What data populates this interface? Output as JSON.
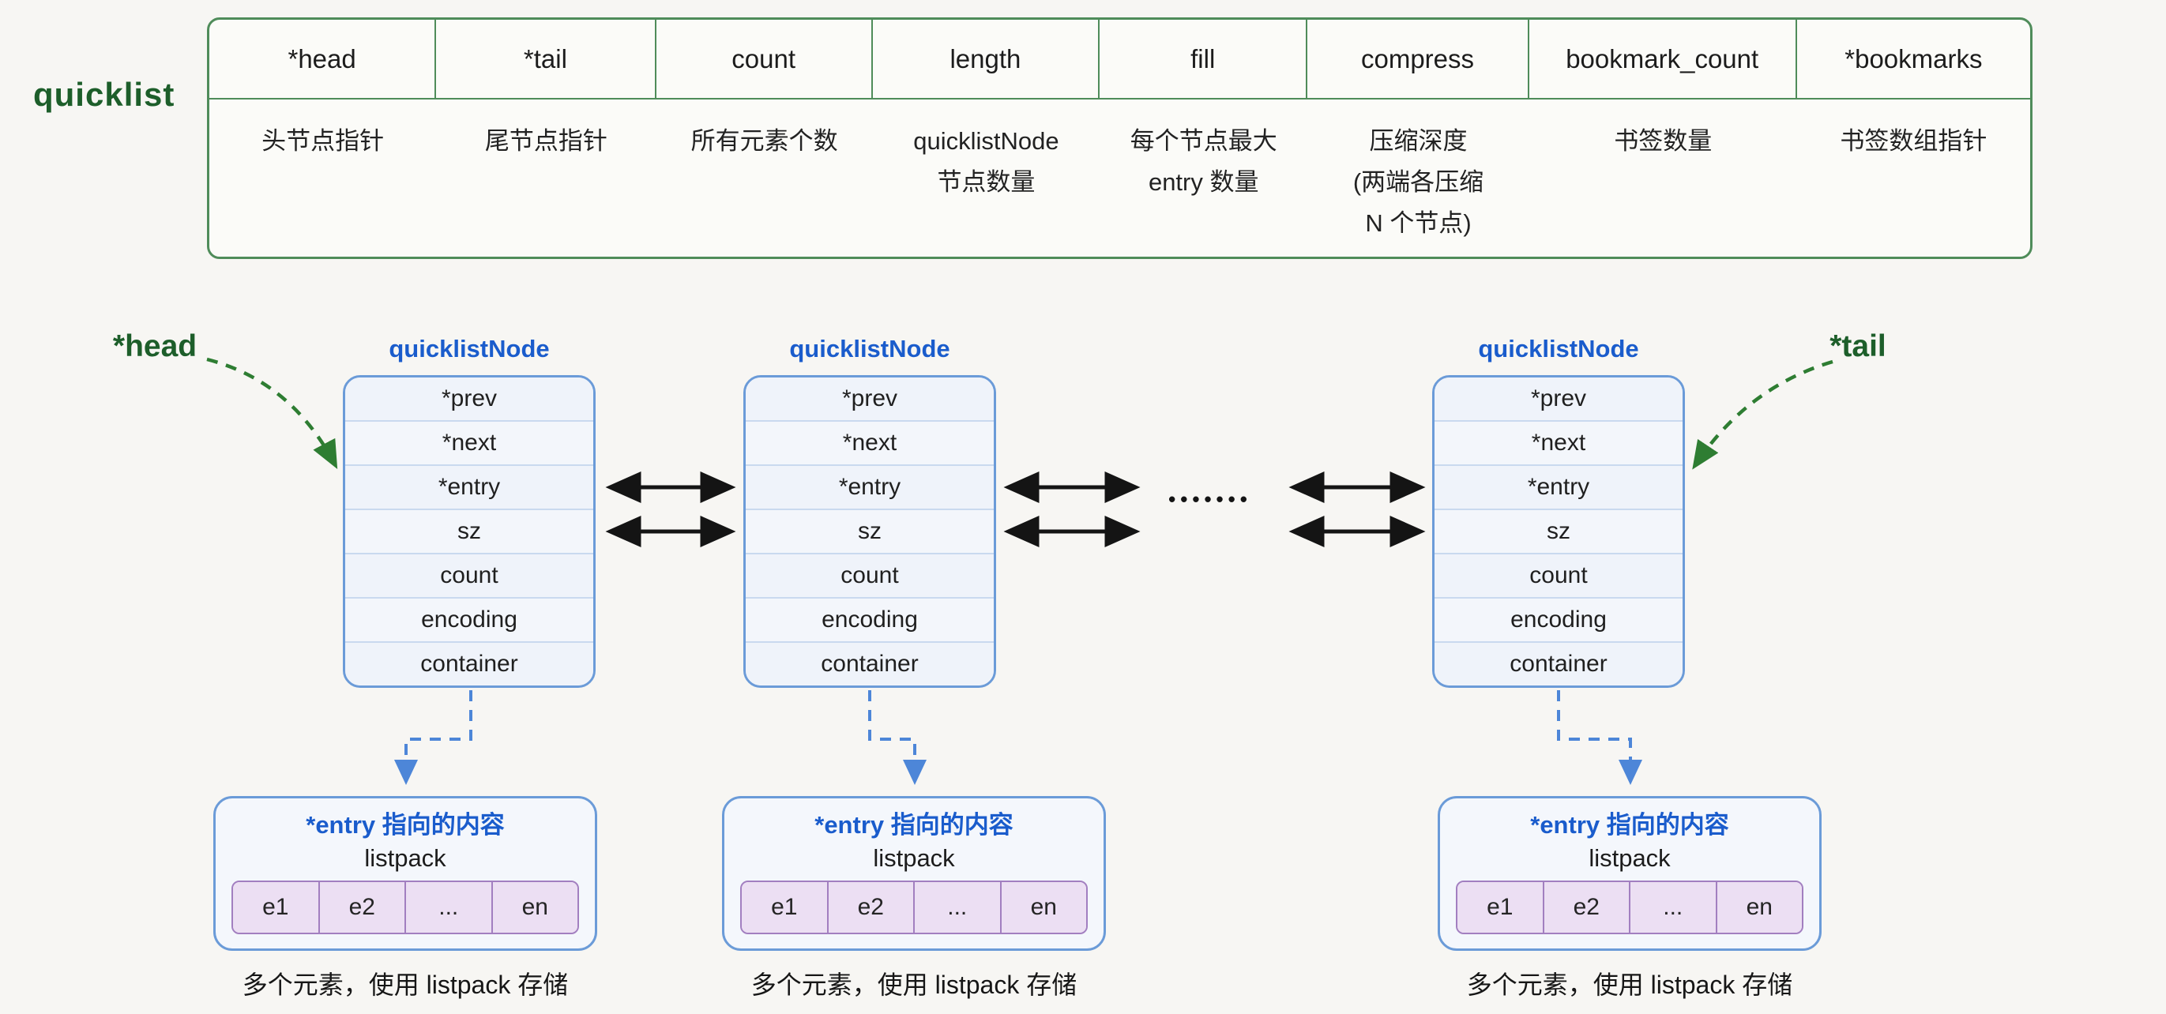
{
  "diagram_label": "quicklist",
  "table": {
    "columns": [
      {
        "field": "*head",
        "desc": "头节点指针"
      },
      {
        "field": "*tail",
        "desc": "尾节点指针"
      },
      {
        "field": "count",
        "desc": "所有元素个数"
      },
      {
        "field": "length",
        "desc": "quicklistNode\n节点数量"
      },
      {
        "field": "fill",
        "desc": "每个节点最大\nentry 数量"
      },
      {
        "field": "compress",
        "desc": "压缩深度\n(两端各压缩\nN 个节点)"
      },
      {
        "field": "bookmark_count",
        "desc": "书签数量"
      },
      {
        "field": "*bookmarks",
        "desc": "书签数组指针"
      }
    ]
  },
  "pointers": {
    "head": "*head",
    "tail": "*tail"
  },
  "node": {
    "title": "quicklistNode",
    "fields": [
      "*prev",
      "*next",
      "*entry",
      "sz",
      "count",
      "encoding",
      "container"
    ]
  },
  "ellipsis": "•••••••",
  "entry_box": {
    "title": "*entry 指向的内容",
    "subtitle": "listpack",
    "cells": [
      "e1",
      "e2",
      "...",
      "en"
    ],
    "caption": "多个元素，使用 listpack 存储"
  },
  "colors": {
    "background": "#f7f6f3",
    "green_label": "#1d5e2a",
    "table_border": "#4f8c5a",
    "node_border": "#6b9bd8",
    "node_fill": "#eef2f9",
    "blue_title": "#1a5ccc",
    "blue_dashed": "#4d86d8",
    "green_dashed": "#2e7d32",
    "purple_border": "#a27fc0",
    "purple_fill": "#ecdff3",
    "arrow_black": "#141414"
  }
}
